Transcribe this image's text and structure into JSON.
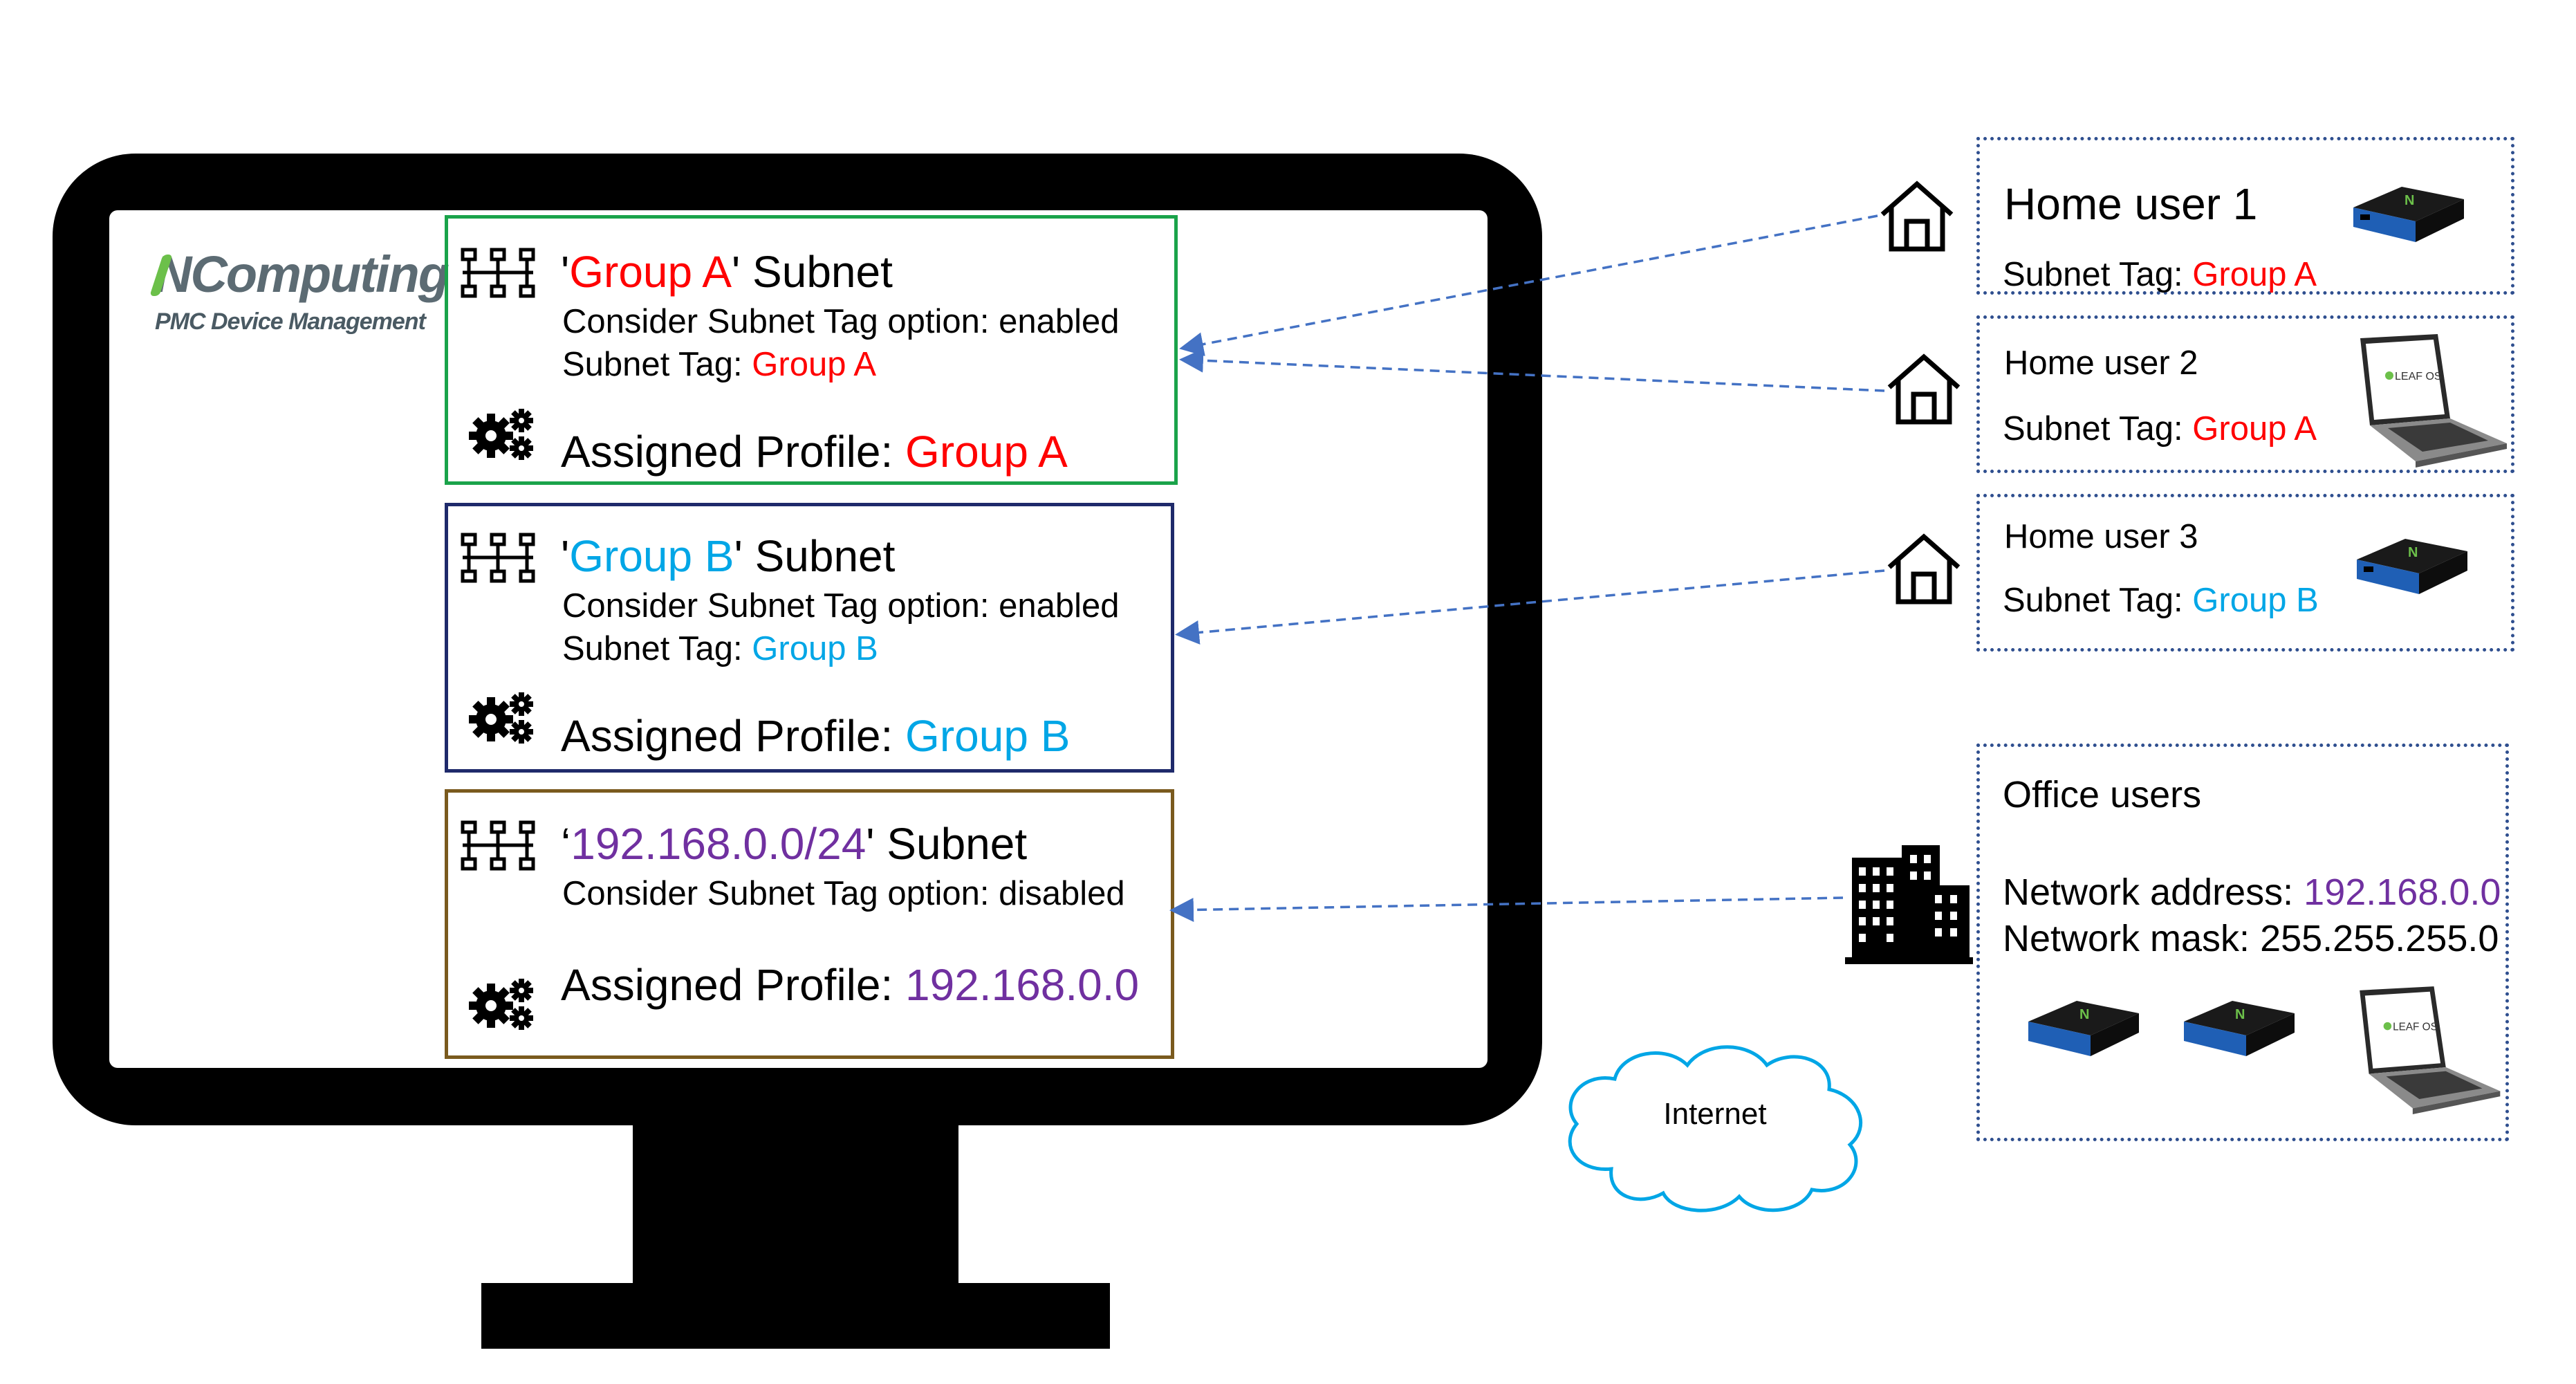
{
  "logo": {
    "brand": "NComputing",
    "product": "PMC Device Management"
  },
  "subnets": [
    {
      "title_quote_open": "'",
      "title_name": "Group A",
      "title_quote_close": "'",
      "title_suffix": " Subnet",
      "option_text": "Consider Subnet Tag option: enabled",
      "tag_label": "Subnet Tag: ",
      "tag_value": "Group A",
      "profile_label": "Assigned Profile: ",
      "profile_value": "Group A",
      "border_color": "#1aa34a",
      "accent_color": "#ff0000"
    },
    {
      "title_quote_open": "'",
      "title_name": "Group B",
      "title_quote_close": "'",
      "title_suffix": " Subnet",
      "option_text": "Consider Subnet Tag option: enabled",
      "tag_label": "Subnet Tag: ",
      "tag_value": "Group B",
      "profile_label": "Assigned Profile: ",
      "profile_value": "Group B",
      "border_color": "#1f2a6b",
      "accent_color": "#00a6e6"
    },
    {
      "title_quote_open": "‘",
      "title_name": "192.168.0.0/24",
      "title_quote_close": "'",
      "title_suffix": " Subnet",
      "option_text": "Consider Subnet Tag option: disabled",
      "profile_label": "Assigned Profile: ",
      "profile_value": "192.168.0.0",
      "border_color": "#7a5a1e",
      "accent_color": "#7030a0"
    }
  ],
  "home_users": [
    {
      "title": "Home user 1",
      "tag_label": "Subnet Tag: ",
      "tag_value": "Group A",
      "device": "thin-client"
    },
    {
      "title": "Home user 2",
      "tag_label": "Subnet Tag: ",
      "tag_value": "Group A",
      "device": "laptop"
    },
    {
      "title": "Home user 3",
      "tag_label": "Subnet Tag: ",
      "tag_value": "Group B",
      "device": "thin-client"
    }
  ],
  "office": {
    "title": "Office users",
    "address_label": "Network address: ",
    "address_value": "192.168.0.0",
    "mask_label": "Network mask: ",
    "mask_value": "255.255.255.0"
  },
  "laptop_brand": "LEAF OS",
  "internet_label": "Internet",
  "colors": {
    "group_a": "#ff0000",
    "group_b": "#00a6e6",
    "network": "#7030a0",
    "arrow": "#4472c4"
  }
}
